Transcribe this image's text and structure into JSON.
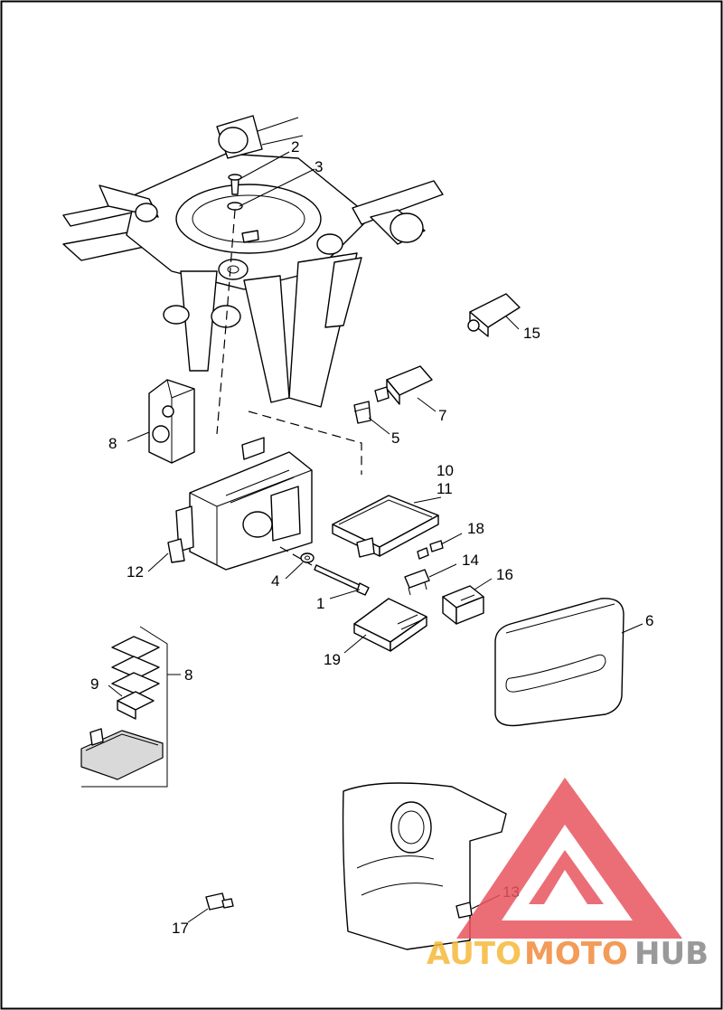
{
  "callouts": [
    {
      "id": "c1",
      "label": "1"
    },
    {
      "id": "c2",
      "label": "2"
    },
    {
      "id": "c3",
      "label": "3"
    },
    {
      "id": "c4",
      "label": "4"
    },
    {
      "id": "c5",
      "label": "5"
    },
    {
      "id": "c6",
      "label": "6"
    },
    {
      "id": "c7",
      "label": "7"
    },
    {
      "id": "c8a",
      "label": "8"
    },
    {
      "id": "c8b",
      "label": "8"
    },
    {
      "id": "c9",
      "label": "9"
    },
    {
      "id": "c10",
      "label": "10"
    },
    {
      "id": "c11",
      "label": "11"
    },
    {
      "id": "c12",
      "label": "12"
    },
    {
      "id": "c13",
      "label": "13"
    },
    {
      "id": "c14",
      "label": "14"
    },
    {
      "id": "c15",
      "label": "15"
    },
    {
      "id": "c16",
      "label": "16"
    },
    {
      "id": "c17",
      "label": "17"
    },
    {
      "id": "c18",
      "label": "18"
    },
    {
      "id": "c19",
      "label": "19"
    }
  ],
  "watermark": {
    "word_auto": "AUTO",
    "word_moto": "MOTO",
    "word_hub": "HUB",
    "color_auto": "#f5b93a",
    "color_moto": "#f28a3c",
    "color_hub": "#888888",
    "triangle_color": "#e8555f"
  }
}
